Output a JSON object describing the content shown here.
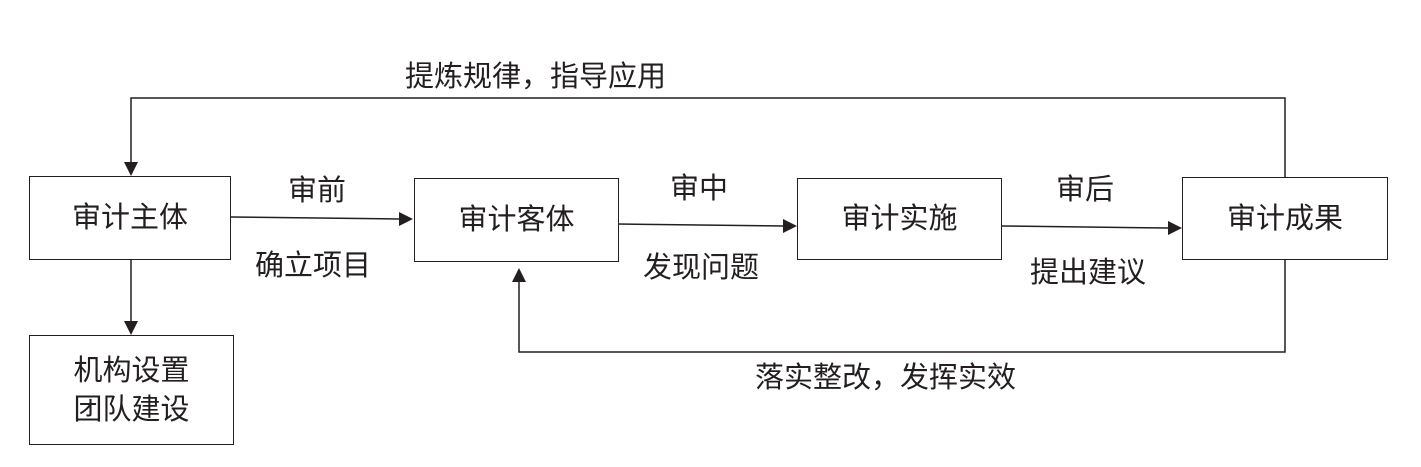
{
  "nodes": {
    "audit_subject": "审计主体",
    "audit_object": "审计客体",
    "audit_implementation": "审计实施",
    "audit_results": "审计成果",
    "organization_line1": "机构设置",
    "organization_line2": "团队建设"
  },
  "edges": {
    "pre_audit": {
      "top": "审前",
      "bottom": "确立项目"
    },
    "mid_audit": {
      "top": "审中",
      "bottom": "发现问题"
    },
    "post_audit": {
      "top": "审后",
      "bottom": "提出建议"
    },
    "feedback_top": "提炼规律，指导应用",
    "feedback_bottom": "落实整改，发挥实效"
  }
}
